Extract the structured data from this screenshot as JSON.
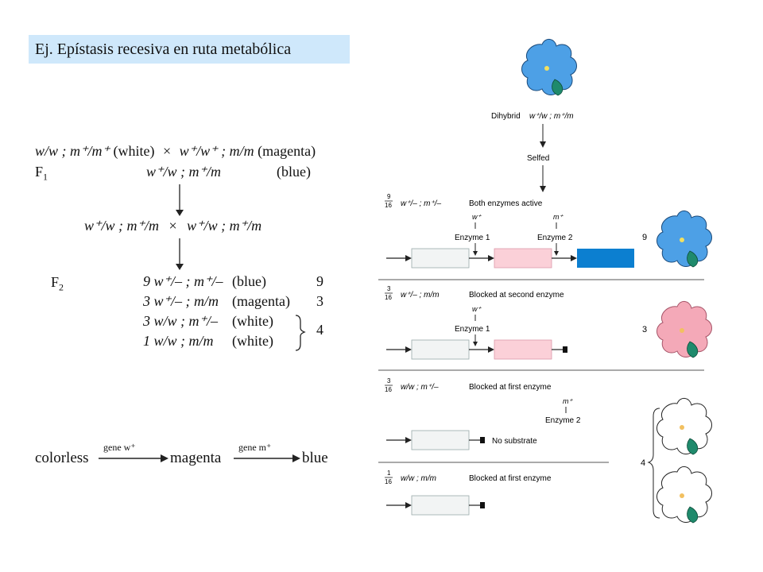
{
  "title": "Ej. Epístasis recesiva en ruta metabólica",
  "left": {
    "cross1": {
      "p1": "w/w ; m⁺/m⁺",
      "p1_color": "(white)",
      "times": "×",
      "p2": "w⁺/w⁺ ; m/m",
      "p2_color": "(magenta)"
    },
    "f1": {
      "label": "F",
      "sub": "1",
      "geno": "w⁺/w ; m⁺/m",
      "pheno": "(blue)"
    },
    "cross2": {
      "a": "w⁺/w ; m⁺/m",
      "times": "×",
      "b": "w⁺/w ; m⁺/m"
    },
    "f2": {
      "label": "F",
      "sub": "2",
      "rows": [
        {
          "geno": "9 w⁺/– ; m⁺/–",
          "pheno": "(blue)",
          "ratio": "9"
        },
        {
          "geno": "3 w⁺/– ; m/m",
          "pheno": "(magenta)",
          "ratio": "3"
        },
        {
          "geno": "3 w/w ; m⁺/–",
          "pheno": "(white)",
          "ratio": ""
        },
        {
          "geno": "1 w/w ; m/m",
          "pheno": "(white)",
          "ratio": ""
        }
      ],
      "brace_ratio": "4"
    },
    "pathway": {
      "start": "colorless",
      "gene1": "gene w⁺",
      "mid": "magenta",
      "gene2": "gene m⁺",
      "end": "blue"
    }
  },
  "right": {
    "dihybrid_label": "Dihybrid",
    "dihybrid_geno": "w⁺/w ; m⁺/m",
    "selfed": "Selfed",
    "classes": [
      {
        "num": "9",
        "den": "16",
        "geno": "w⁺/– ; m⁺/–",
        "desc": "Both enzymes active",
        "count": "9"
      },
      {
        "num": "3",
        "den": "16",
        "geno": "w⁺/– ; m/m",
        "desc": "Blocked at second enzyme",
        "count": "3"
      },
      {
        "num": "3",
        "den": "16",
        "geno": "w/w ; m⁺/–",
        "desc": "Blocked at first enzyme",
        "count": ""
      },
      {
        "num": "1",
        "den": "16",
        "geno": "w/w ; m/m",
        "desc": "Blocked at first enzyme",
        "count": ""
      }
    ],
    "w_plus": "w⁺",
    "m_plus": "m⁺",
    "enzyme1": "Enzyme 1",
    "enzyme2": "Enzyme 2",
    "no_substrate": "No substrate",
    "white_total": "4",
    "colors": {
      "blue": "#0c7fd0",
      "pink": "#fbd0d8",
      "gray": "#f2f4f4",
      "flower_blue": "#4da0e6",
      "flower_pink": "#f4a9b8",
      "leaf": "#1f8a6c"
    }
  }
}
